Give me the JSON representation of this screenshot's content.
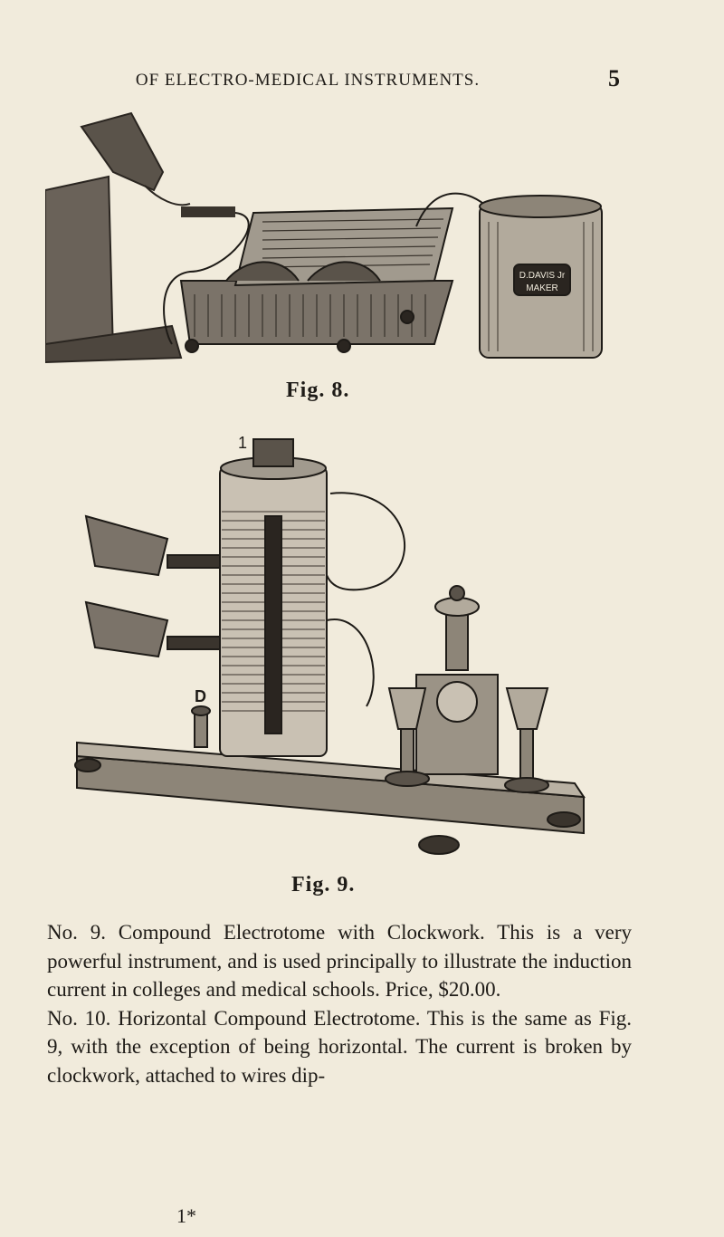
{
  "header": {
    "running_title": "OF ELECTRO-MEDICAL INSTRUMENTS.",
    "page_number": "5"
  },
  "figures": [
    {
      "caption": "Fig. 8.",
      "illustration": "hand-held-electrodes-with-box-battery-and-cell",
      "maker_plate_line1": "D.DAVIS Jr",
      "maker_plate_line2": "MAKER"
    },
    {
      "caption": "Fig. 9.",
      "illustration": "compound-electrotome-coil-on-base",
      "label_top": "1",
      "label_left": "D"
    }
  ],
  "body": {
    "paragraph_1": "No. 9. Compound Electrotome with Clockwork. This is a very powerful instrument, and is used principally to illustrate the induction current in colleges and medical schools. Price, $20.00.",
    "paragraph_2": "No. 10. Horizontal Compound Electrotome. This is the same as Fig. 9, with the exception of being horizontal. The current is broken by clockwork, attached to wires dip-"
  },
  "signature_mark": "1*"
}
